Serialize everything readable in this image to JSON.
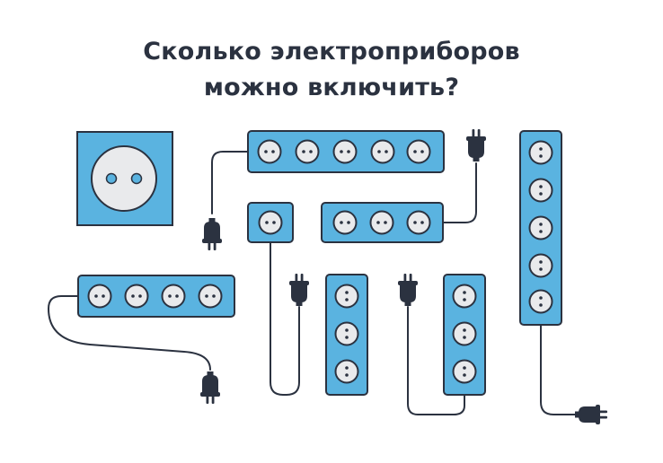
{
  "title": {
    "line1": "Сколько электроприборов",
    "line2": "можно включить?"
  },
  "colors": {
    "strip_fill": "#5ab3e0",
    "strip_outline": "#2b3240",
    "socket_face": "#e9eaec",
    "cord": "#2b3240",
    "plug": "#2b3240",
    "title_text": "#2b3240"
  },
  "icons": {
    "wall_socket": "wall-socket-icon",
    "power_strip": "power-strip-icon",
    "plug": "plug-icon"
  },
  "power_strips": [
    {
      "id": "strip-top-5",
      "orientation": "horizontal",
      "outlets": 5
    },
    {
      "id": "strip-small-1",
      "orientation": "horizontal",
      "outlets": 1
    },
    {
      "id": "strip-middle-3",
      "orientation": "horizontal",
      "outlets": 3
    },
    {
      "id": "strip-left-4",
      "orientation": "horizontal",
      "outlets": 4
    },
    {
      "id": "strip-vertical-3a",
      "orientation": "vertical",
      "outlets": 3
    },
    {
      "id": "strip-vertical-3b",
      "orientation": "vertical",
      "outlets": 3
    },
    {
      "id": "strip-vertical-5",
      "orientation": "vertical",
      "outlets": 5
    }
  ],
  "wall_socket": {
    "outlets": 1
  }
}
